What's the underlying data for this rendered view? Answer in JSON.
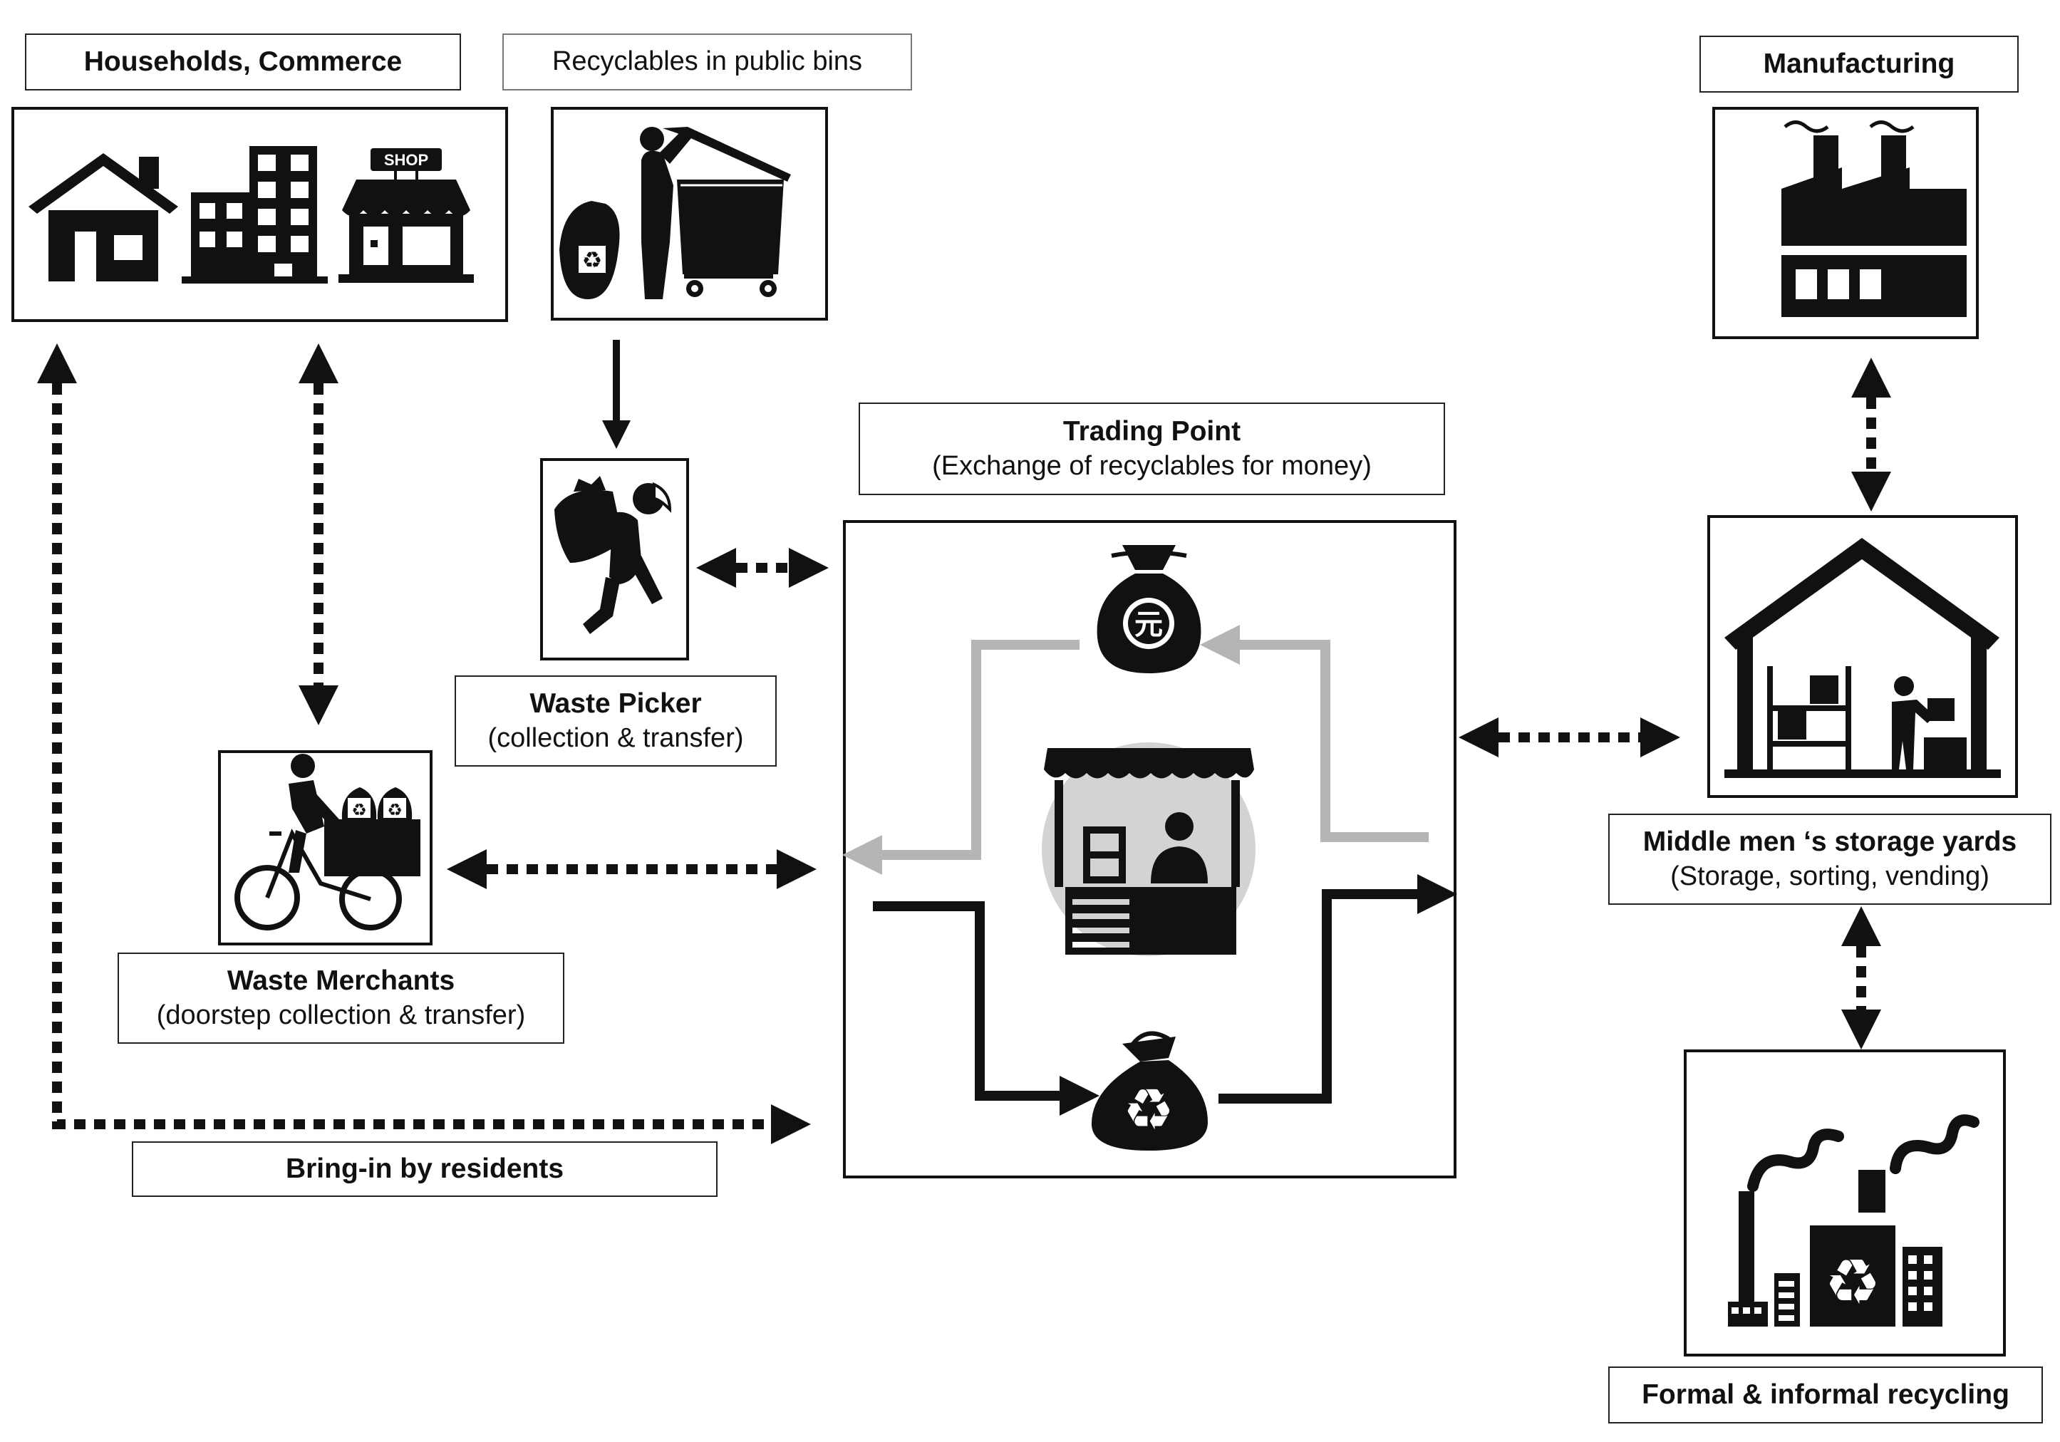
{
  "labels": {
    "households": "Households, Commerce",
    "public_bins": "Recyclables in public bins",
    "manufacturing": "Manufacturing",
    "trading_point_title": "Trading Point",
    "trading_point_sub": "(Exchange of recyclables for money)",
    "waste_picker_title": "Waste Picker",
    "waste_picker_sub": "(collection & transfer)",
    "waste_merchants_title": "Waste Merchants",
    "waste_merchants_sub": "(doorstep collection & transfer)",
    "middlemen_title": "Middle men ‘s storage yards",
    "middlemen_sub": "(Storage, sorting, vending)",
    "bring_in": "Bring-in by residents",
    "recycling": "Formal & informal recycling"
  },
  "icons": {
    "shop_sign": "SHOP",
    "money_symbol": "元"
  },
  "colors": {
    "ink": "#111111",
    "gray_flow": "#b5b5b5",
    "circle": "#d3d3d3"
  }
}
